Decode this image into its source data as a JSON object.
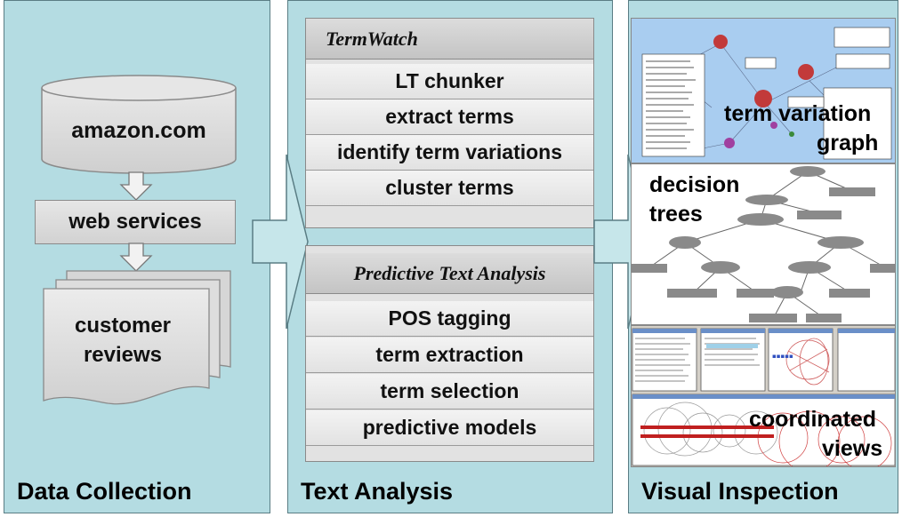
{
  "panels": {
    "data_collection": "Data Collection",
    "text_analysis": "Text Analysis",
    "visual_inspection": "Visual Inspection"
  },
  "data_collection": {
    "database": "amazon.com",
    "process": "web services",
    "documents_line1": "customer",
    "documents_line2": "reviews"
  },
  "termwatch": {
    "title": "TermWatch",
    "steps": [
      "LT chunker",
      "extract terms",
      "identify term variations",
      "cluster terms"
    ]
  },
  "predictive": {
    "title": "Predictive Text Analysis",
    "steps": [
      "POS tagging",
      "term extraction",
      "term selection",
      "predictive models"
    ]
  },
  "visual_inspection": {
    "graph_line1": "term variation",
    "graph_line2": "graph",
    "trees_line1": "decision",
    "trees_line2": "trees",
    "views_line1": "coordinated",
    "views_line2": "views"
  },
  "colors": {
    "panel_bg": "#b4dce2",
    "box_gray": "#d9d9d9",
    "arrow_fill": "#c4e4e8"
  }
}
